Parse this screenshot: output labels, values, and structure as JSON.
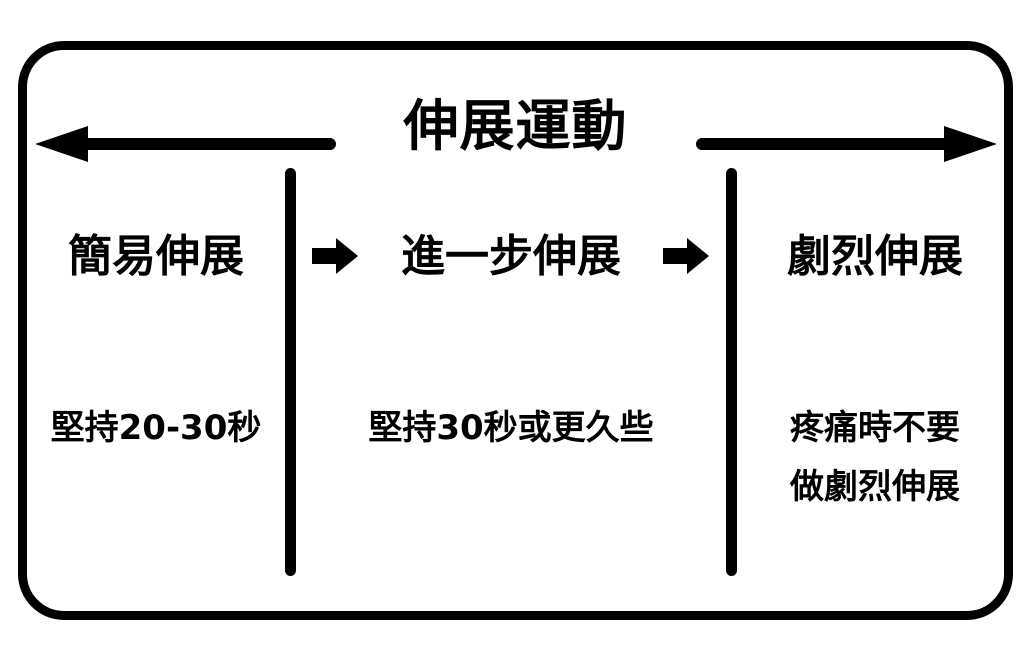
{
  "diagram": {
    "title": "伸展運動",
    "frame": {
      "shape": "rounded-rectangle",
      "stroke_color": "#000000"
    },
    "axis": {
      "left_arrow": {
        "direction": "left",
        "icon": "long-left-arrow"
      },
      "right_arrow": {
        "direction": "right",
        "icon": "long-right-arrow"
      }
    },
    "step_arrows": [
      {
        "icon": "block-right-arrow"
      },
      {
        "icon": "block-right-arrow"
      }
    ],
    "columns": [
      {
        "label": "簡易伸展",
        "description_lines": [
          "堅持20-30秒"
        ]
      },
      {
        "label": "進一步伸展",
        "description_lines": [
          "堅持30秒或更久些"
        ]
      },
      {
        "label": "劇烈伸展",
        "description_lines": [
          "疼痛時不要",
          "做劇烈伸展"
        ]
      }
    ]
  }
}
